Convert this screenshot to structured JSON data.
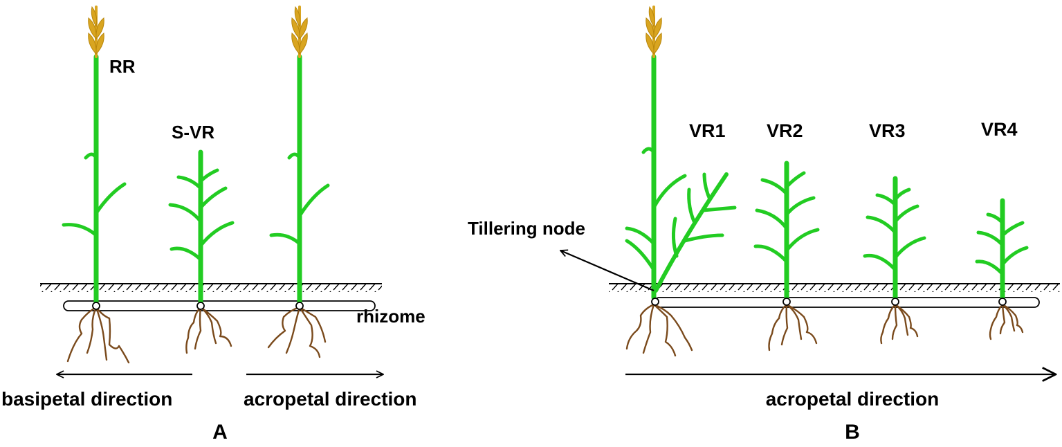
{
  "colors": {
    "plant": "#22cc22",
    "ear": "#d9a520",
    "root": "#7a4a1c",
    "line": "#000000"
  },
  "panel_a": {
    "label": "A",
    "plant_labels": {
      "rr": "RR",
      "svr": "S-VR"
    },
    "rhizome_label": "rhizome",
    "left_direction": "basipetal direction",
    "right_direction": "acropetal direction"
  },
  "panel_b": {
    "label": "B",
    "plant_labels": [
      "VR1",
      "VR2",
      "VR3",
      "VR4"
    ],
    "node_label": "Tillering node",
    "direction": "acropetal direction"
  }
}
